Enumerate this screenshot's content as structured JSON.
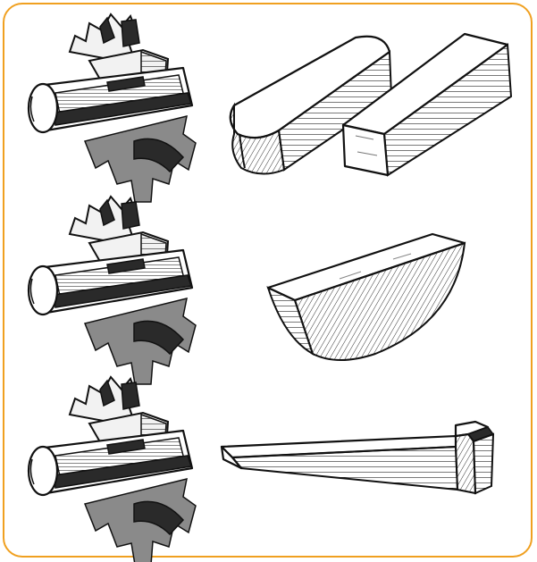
{
  "colors": {
    "frame_border": "#f0a020",
    "ink": "#111111",
    "background": "#ffffff"
  },
  "rows": [
    {
      "assembly": "shaft-gear-assembly-1",
      "parts": [
        "rounded-parallel-key",
        "square-parallel-key"
      ]
    },
    {
      "assembly": "shaft-gear-assembly-2",
      "parts": [
        "woodruff-key"
      ]
    },
    {
      "assembly": "shaft-gear-assembly-3",
      "parts": [
        "gib-head-taper-key"
      ]
    }
  ]
}
